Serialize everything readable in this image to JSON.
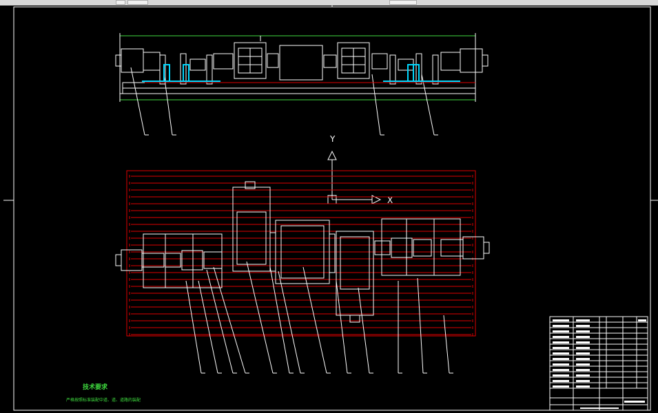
{
  "drawing": {
    "axis_y_label": "Y",
    "axis_x_label": "X",
    "tech_req_title": "技术要求",
    "tech_req_text": "严格按照标准装配中道、道、道路的装配"
  },
  "colors": {
    "background": "#000000",
    "frame": "#ffffff",
    "grid": "#e00000",
    "parts": "#ffffff",
    "accent": "#00d8ff",
    "green": "#3fdc3f"
  }
}
